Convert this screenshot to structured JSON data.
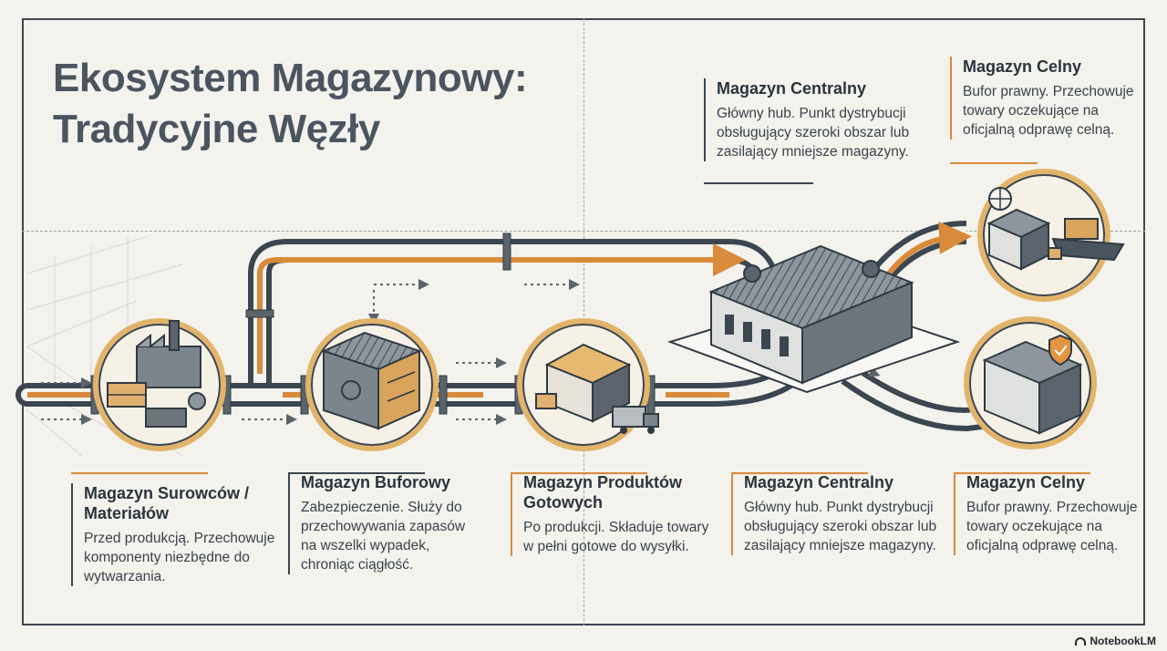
{
  "title": {
    "line1": "Ekosystem Magazynowy:",
    "line2": "Tradycyjne Węzły"
  },
  "nodes": [
    {
      "id": "surowcow",
      "title": "Magazyn Surowców / Materiałów",
      "text": "Przed produkcją. Przechowuje komponenty niezbędne do wytwarzania.",
      "icon": "factory-icon"
    },
    {
      "id": "buforowy",
      "title": "Magazyn Buforowy",
      "text": "Zabezpieczenie. Służy do przechowywania zapasów na wszelki wypadek, chroniąc ciągłość.",
      "icon": "warehouse-shutter-icon"
    },
    {
      "id": "produktow",
      "title": "Magazyn Produktów Gotowych",
      "text": "Po produkcji. Składuje towary w pełni gotowe do wysyłki.",
      "icon": "warehouse-truck-icon"
    },
    {
      "id": "centralny_top",
      "title": "Magazyn Centralny",
      "text": "Główny hub. Punkt dystrybucji obsługujący szeroki obszar lub zasilający mniejsze magazyny.",
      "icon": "central-warehouse-icon"
    },
    {
      "id": "celny_top",
      "title": "Magazyn Celny",
      "text": "Bufor prawny. Przechowuje towary oczekujące na oficjalną odprawę celną.",
      "icon": "customs-ship-icon"
    },
    {
      "id": "centralny_bottom",
      "title": "Magazyn Centralny",
      "text": "Główny hub. Punkt dystrybucji obsługujący szeroki obszar lub zasilający mniejsze magazyny."
    },
    {
      "id": "celny_bottom",
      "title": "Magazyn Celny",
      "text": "Bufor prawny. Przechowuje towary oczekujące na oficjalną odprawę celną.",
      "icon": "shield-warehouse-icon"
    }
  ],
  "brand": {
    "label": "NotebookLM",
    "icon": "notebooklm-icon"
  },
  "colors": {
    "accent": "#d98a3a",
    "pipe": "#3b4650",
    "ring": "#e2b46a",
    "background": "#f3f2ec"
  }
}
